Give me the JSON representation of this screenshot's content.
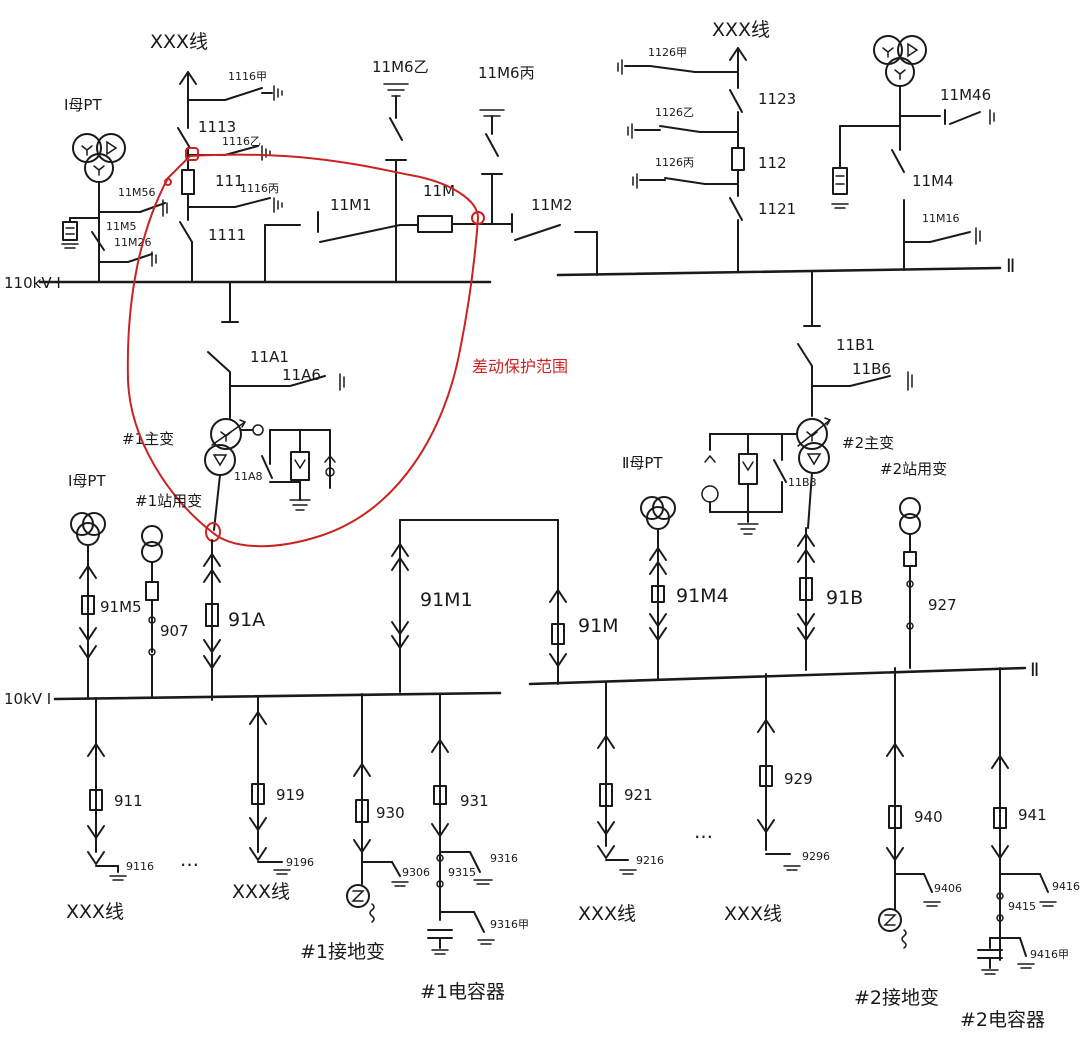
{
  "colors": {
    "ink": "#1a1a1a",
    "protection": "#cc2222"
  },
  "buses": {
    "b110_1": "110kV Ⅰ",
    "b110_2": "Ⅱ",
    "b10_1": "10kV Ⅰ",
    "b10_2": "Ⅱ"
  },
  "hv": {
    "line_left": "XXX线",
    "line_right": "XXX线",
    "pt1": "Ⅰ母PT",
    "sw_1116jia": "1116甲",
    "sw_1113": "1113",
    "sw_1116yi": "1116乙",
    "sw_111": "111",
    "sw_1116bing": "1116丙",
    "sw_1111": "1111",
    "sw_11m56": "11M56",
    "sw_11m5": "11M5",
    "sw_11m26": "11M26",
    "sw_11m6yi": "11M6乙",
    "sw_11m6bing": "11M6丙",
    "sw_11m1": "11M1",
    "sw_11m": "11M",
    "sw_11m2": "11M2",
    "sw_1126jia": "1126甲",
    "sw_1123": "1123",
    "sw_1126yi": "1126乙",
    "sw_112": "112",
    "sw_1126bing": "1126丙",
    "sw_1121": "1121",
    "sw_11m46": "11M46",
    "sw_11m4": "11M4",
    "sw_11m16": "11M16"
  },
  "transformers": {
    "t1": "#1主变",
    "t2": "#2主变",
    "sw_11a1": "11A1",
    "sw_11a6": "11A6",
    "sw_11a8": "11A8",
    "sw_11b1": "11B1",
    "sw_11b6": "11B6",
    "sw_11b8": "11B8",
    "protection_zone": "差动保护范围"
  },
  "mv": {
    "pt1": "Ⅰ母PT",
    "pt2": "Ⅱ母PT",
    "station1": "#1站用变",
    "station2": "#2站用变",
    "sw_91m5": "91M5",
    "sw_907": "907",
    "sw_91a": "91A",
    "sw_91m1": "91M1",
    "sw_91m": "91M",
    "sw_91m4": "91M4",
    "sw_91b": "91B",
    "sw_927": "927"
  },
  "feeders_left": {
    "sw_911": "911",
    "sw_9116": "9116",
    "name_911": "XXX线",
    "ellipsis": "…",
    "sw_919": "919",
    "sw_9196": "9196",
    "name_919": "XXX线",
    "sw_930": "930",
    "sw_9306": "9306",
    "name_930": "#1接地变",
    "sw_931": "931",
    "sw_9315": "9315",
    "sw_9316": "9316",
    "sw_9316jia": "9316甲",
    "name_931": "#1电容器"
  },
  "feeders_right": {
    "sw_921": "921",
    "sw_9216": "9216",
    "name_921": "XXX线",
    "ellipsis": "…",
    "sw_929": "929",
    "sw_9296": "9296",
    "name_929": "XXX线",
    "sw_940": "940",
    "sw_9406": "9406",
    "name_940": "#2接地变",
    "sw_941": "941",
    "sw_9415": "9415",
    "sw_9416": "9416",
    "sw_9416jia": "9416甲",
    "name_941": "#2电容器"
  },
  "icons": [
    "ground-icon",
    "disconnect-switch-icon",
    "breaker-icon",
    "pt-icon",
    "transformer-icon",
    "cart-plug-icon",
    "arrester-icon",
    "capacitor-icon"
  ]
}
